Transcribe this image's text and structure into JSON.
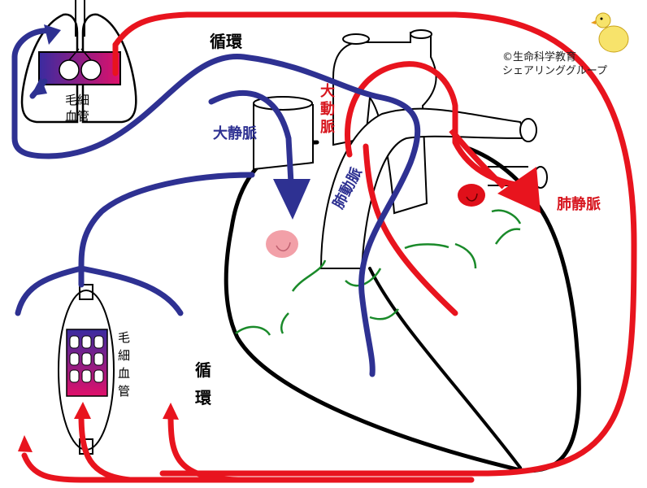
{
  "labels": {
    "circulation_top": "循環",
    "circulation_bottom_1": "循",
    "circulation_bottom_2": "環",
    "capillary_lung_1": "毛細",
    "capillary_lung_2": "血管",
    "capillary_body_1": "毛",
    "capillary_body_2": "細",
    "capillary_body_3": "血",
    "capillary_body_4": "管",
    "vena_cava": "大静脈",
    "aorta_1": "大",
    "aorta_2": "動",
    "aorta_3": "脈",
    "pulmonary_artery": "肺動脈",
    "pulmonary_vein": "肺静脈"
  },
  "credit": {
    "line1": "©生命科学教育",
    "line2": "シェアリンググループ"
  },
  "colors": {
    "artery_red": "#e8141e",
    "vein_blue": "#2e3192",
    "outline": "#000000",
    "coronary_green": "#1a8a2a",
    "label_red": "#d7161e",
    "label_blue": "#2e3192"
  }
}
